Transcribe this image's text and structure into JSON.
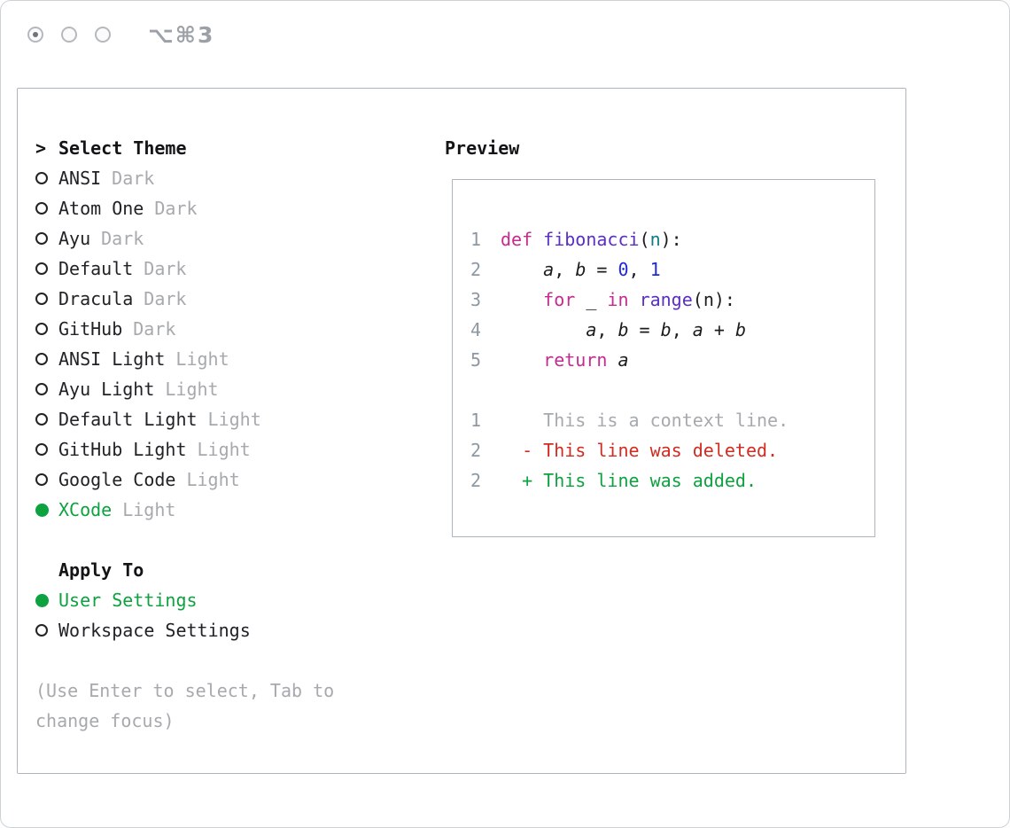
{
  "window": {
    "shortcut": "⌥⌘3",
    "traffic_lights": [
      {
        "active": true
      },
      {
        "active": false
      },
      {
        "active": false
      }
    ]
  },
  "colors": {
    "accent_green": "#0da23f",
    "keyword": "#c42a90",
    "function": "#5a2fc4",
    "number": "#1f2ad6",
    "param": "#0e7c86",
    "plain": "#1c1c1e",
    "line_number": "#8d98a3",
    "muted": "#a6a9ad",
    "deleted_red": "#d22b20",
    "added_green": "#0da23f"
  },
  "theme_selector": {
    "pointer": ">",
    "title": "Select Theme",
    "themes": [
      {
        "name": "ANSI",
        "variant": "Dark",
        "selected": false
      },
      {
        "name": "Atom One",
        "variant": "Dark",
        "selected": false
      },
      {
        "name": "Ayu",
        "variant": "Dark",
        "selected": false
      },
      {
        "name": "Default",
        "variant": "Dark",
        "selected": false
      },
      {
        "name": "Dracula",
        "variant": "Dark",
        "selected": false
      },
      {
        "name": "GitHub",
        "variant": "Dark",
        "selected": false
      },
      {
        "name": "ANSI Light",
        "variant": "Light",
        "selected": false
      },
      {
        "name": "Ayu Light",
        "variant": "Light",
        "selected": false
      },
      {
        "name": "Default Light",
        "variant": "Light",
        "selected": false
      },
      {
        "name": "GitHub Light",
        "variant": "Light",
        "selected": false
      },
      {
        "name": "Google Code",
        "variant": "Light",
        "selected": false
      },
      {
        "name": "XCode",
        "variant": "Light",
        "selected": true
      }
    ]
  },
  "apply_to": {
    "title": "Apply To",
    "options": [
      {
        "name": "User Settings",
        "selected": true
      },
      {
        "name": "Workspace Settings",
        "selected": false
      }
    ]
  },
  "hint_lines": [
    "(Use Enter to select, Tab to",
    "change focus)"
  ],
  "preview": {
    "title": "Preview",
    "lines": [
      {
        "num": "1",
        "tokens": [
          {
            "t": "def",
            "c": "keyword"
          },
          {
            "t": " ",
            "c": "plain"
          },
          {
            "t": "fibonacci",
            "c": "function"
          },
          {
            "t": "(",
            "c": "plain"
          },
          {
            "t": "n",
            "c": "param"
          },
          {
            "t": "):",
            "c": "plain"
          }
        ]
      },
      {
        "num": "2",
        "tokens": [
          {
            "t": "    ",
            "c": "plain"
          },
          {
            "t": "a",
            "c": "var"
          },
          {
            "t": ", ",
            "c": "plain"
          },
          {
            "t": "b",
            "c": "var"
          },
          {
            "t": " = ",
            "c": "plain"
          },
          {
            "t": "0",
            "c": "number"
          },
          {
            "t": ", ",
            "c": "plain"
          },
          {
            "t": "1",
            "c": "number"
          }
        ]
      },
      {
        "num": "3",
        "tokens": [
          {
            "t": "    ",
            "c": "plain"
          },
          {
            "t": "for",
            "c": "keyword"
          },
          {
            "t": " _ ",
            "c": "plain"
          },
          {
            "t": "in",
            "c": "keyword"
          },
          {
            "t": " ",
            "c": "plain"
          },
          {
            "t": "range",
            "c": "function"
          },
          {
            "t": "(n):",
            "c": "plain"
          }
        ]
      },
      {
        "num": "4",
        "tokens": [
          {
            "t": "        ",
            "c": "plain"
          },
          {
            "t": "a",
            "c": "var"
          },
          {
            "t": ", ",
            "c": "plain"
          },
          {
            "t": "b",
            "c": "var"
          },
          {
            "t": " = ",
            "c": "plain"
          },
          {
            "t": "b",
            "c": "var"
          },
          {
            "t": ", ",
            "c": "plain"
          },
          {
            "t": "a",
            "c": "var"
          },
          {
            "t": " + ",
            "c": "plain"
          },
          {
            "t": "b",
            "c": "var"
          }
        ]
      },
      {
        "num": "5",
        "tokens": [
          {
            "t": "    ",
            "c": "plain"
          },
          {
            "t": "return",
            "c": "keyword"
          },
          {
            "t": " ",
            "c": "plain"
          },
          {
            "t": "a",
            "c": "var"
          }
        ]
      },
      {
        "num": "",
        "tokens": []
      },
      {
        "num": "1",
        "tokens": [
          {
            "t": "    This is a context line.",
            "c": "context"
          }
        ]
      },
      {
        "num": "2",
        "tokens": [
          {
            "t": "  - This line was deleted.",
            "c": "deleted"
          }
        ]
      },
      {
        "num": "2",
        "tokens": [
          {
            "t": "  + This line was added.",
            "c": "added"
          }
        ]
      }
    ]
  }
}
